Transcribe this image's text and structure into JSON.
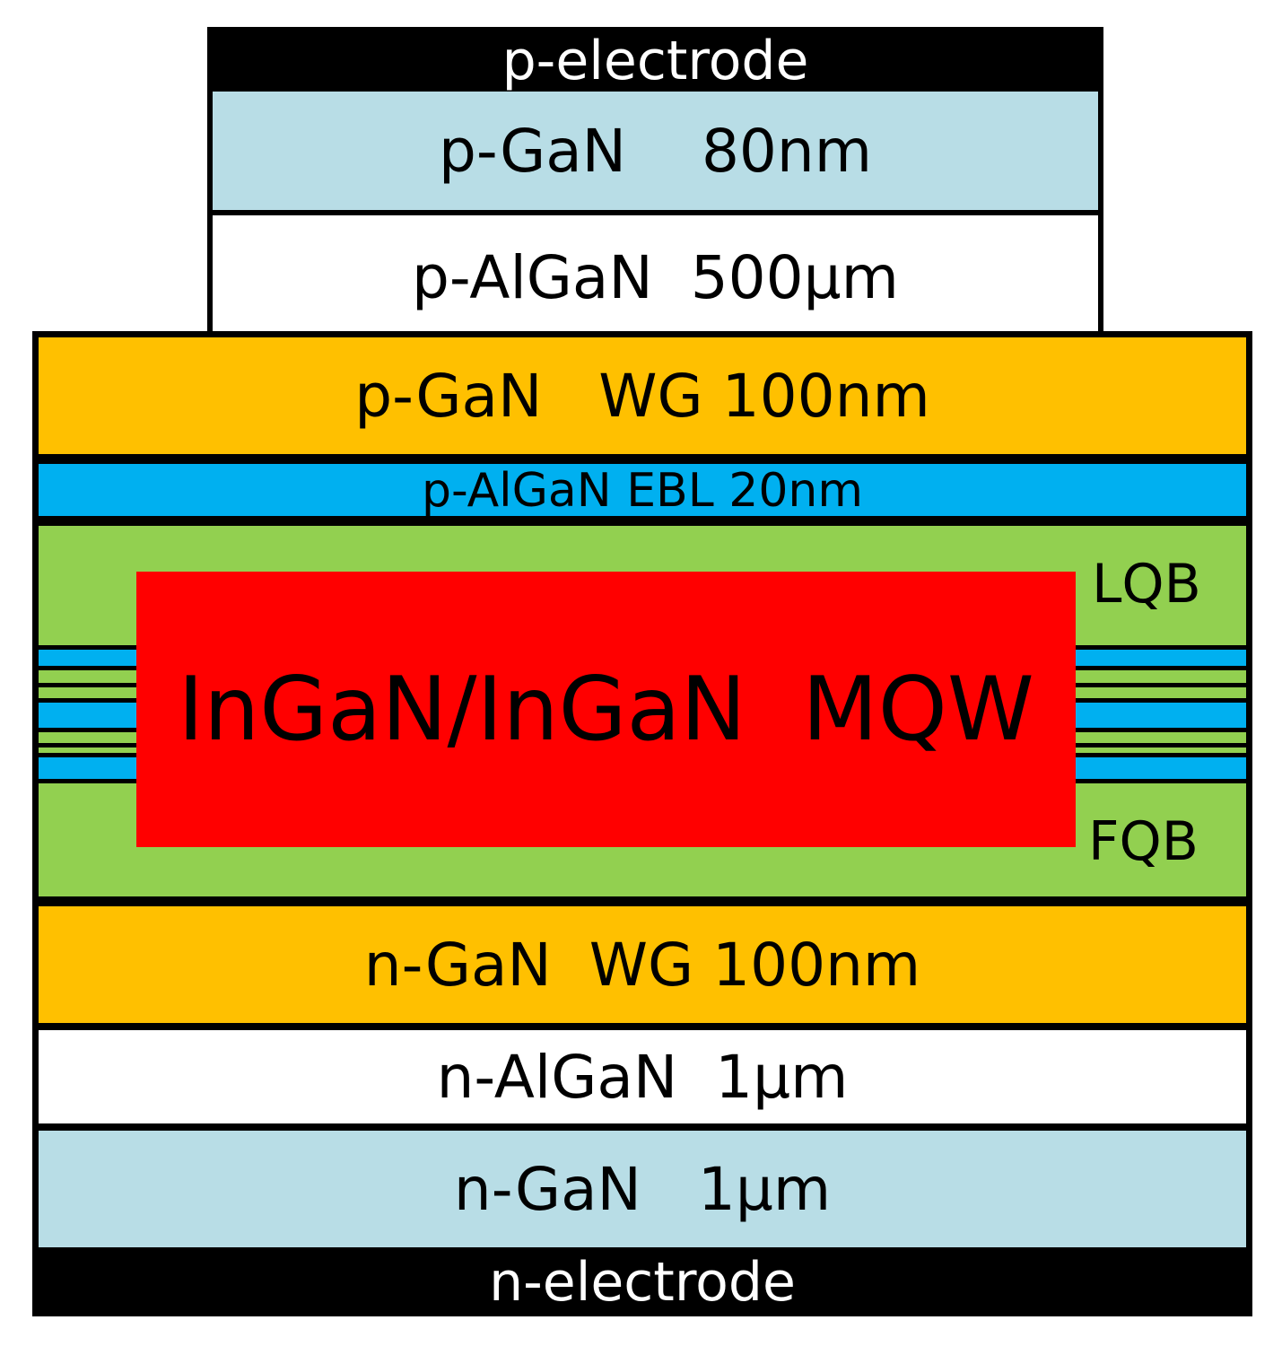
{
  "colors": {
    "electrode": "#000000",
    "light_blue": "#b8dde6",
    "white": "#ffffff",
    "orange": "#ffc000",
    "blue": "#00b0f0",
    "green": "#92d050",
    "red": "#ff0000"
  },
  "layers": {
    "p_electrode": "p-electrode",
    "p_gan": "p-GaN    80nm",
    "p_algan": "p-AlGaN  500μm",
    "p_gan_wg": "p-GaN   WG 100nm",
    "p_algan_ebl": "p-AlGaN EBL 20nm",
    "mqw": "InGaN/InGaN  MQW",
    "lqb": "LQB",
    "fqb": "FQB",
    "n_gan_wg": "n-GaN  WG 100nm",
    "n_algan": "n-AlGaN  1μm",
    "n_gan": "n-GaN   1μm",
    "n_electrode": "n-electrode"
  }
}
